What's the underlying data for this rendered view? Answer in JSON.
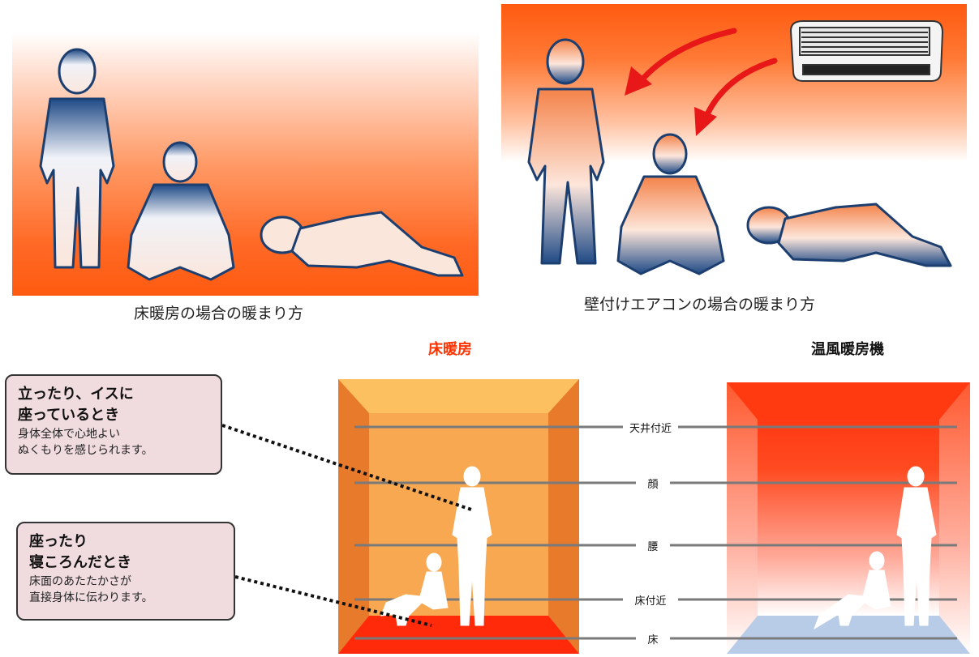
{
  "captions": {
    "floor_method": "床暖房の場合の暖まり方",
    "ac_method": "壁付けエアコンの場合の暖まり方"
  },
  "headings": {
    "floor": "床暖房",
    "hot_air": "温風暖房機"
  },
  "callouts": [
    {
      "title1": "立ったり、イスに",
      "title2": "座っているとき",
      "body1": "身体全体で心地よい",
      "body2": "ぬくもりを感じられます。"
    },
    {
      "title1": "座ったり",
      "title2": "寝ころんだとき",
      "body1": "床面のあたたかさが",
      "body2": "直接身体に伝わります。"
    }
  ],
  "levels": [
    "天井付近",
    "顔",
    "腰",
    "床付近",
    "床"
  ],
  "colors": {
    "floor_heading": "#ff3300",
    "hot_air_heading": "#111111",
    "callout_bg": "#f0dcdf"
  }
}
